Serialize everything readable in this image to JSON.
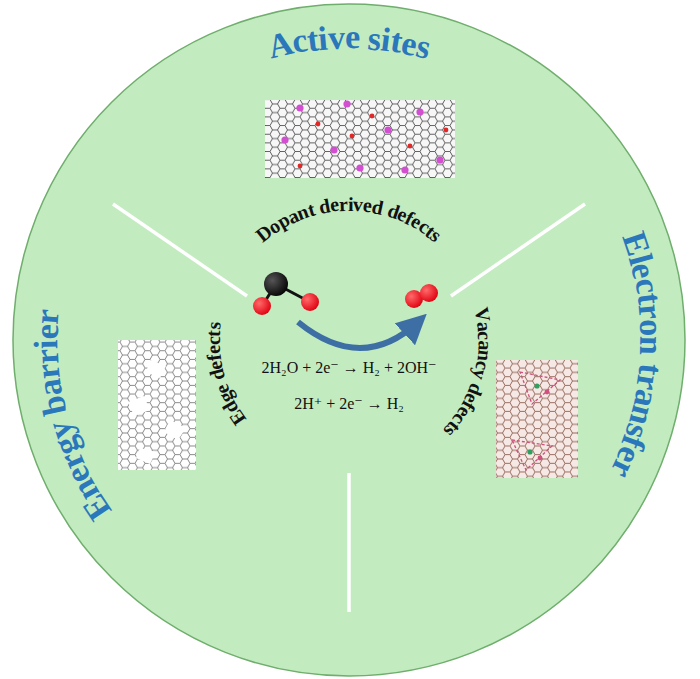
{
  "diagram": {
    "nodes": [
      {
        "text": [
          "Active sites",
          "Electron transfer",
          "Energy barrier"
        ]
      },
      {
        "text": [
          "Dopant derived defects",
          "Vacancy defects",
          "Edge defects"
        ],
        "in": 0
      },
      {
        "text": [
          "2H₂O + 2e⁻ → H₂ + 2OH⁻",
          "2H⁺ + 2e⁻ → H₂"
        ],
        "in": 1
      }
    ]
  }
}
